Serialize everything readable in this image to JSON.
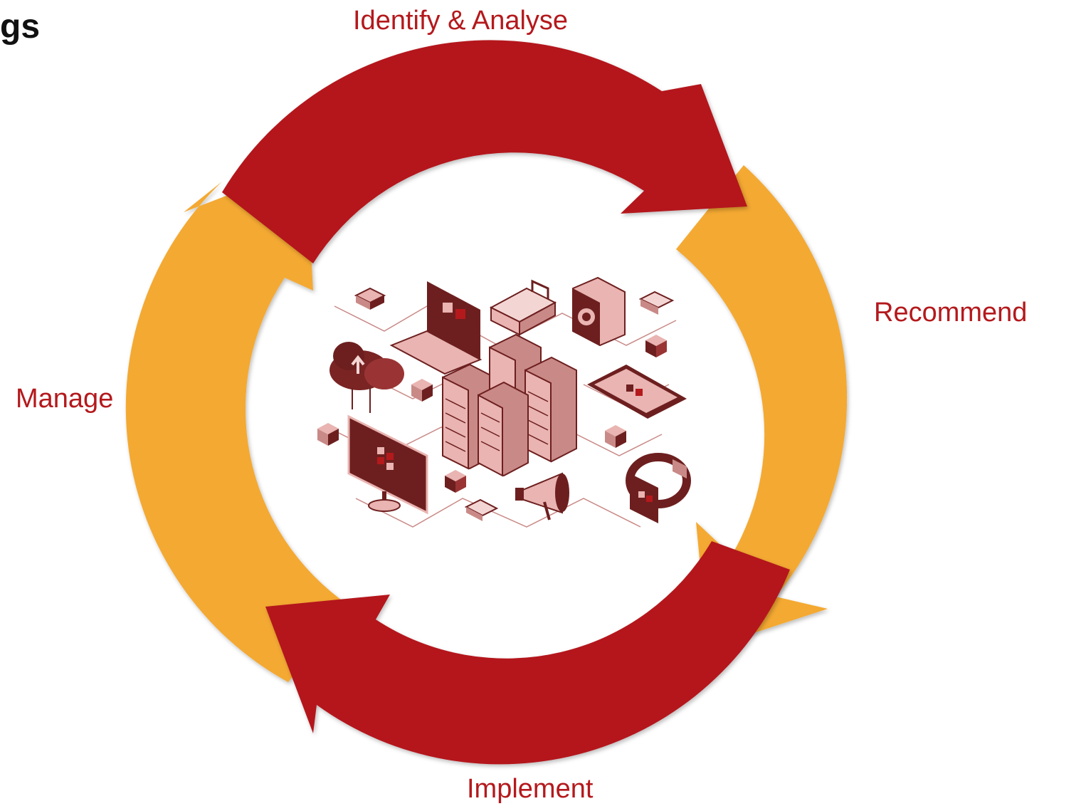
{
  "header": {
    "title_fragment": "gs"
  },
  "cycle": {
    "stages": [
      {
        "label": "Identify & Analyse"
      },
      {
        "label": "Recommend"
      },
      {
        "label": "Implement"
      },
      {
        "label": "Manage"
      }
    ]
  },
  "colors": {
    "primary_red": "#b4191c",
    "accent_orange": "#f4a933",
    "illustration_dark": "#6d1f1f",
    "illustration_light": "#e9b4b1"
  },
  "icons": [
    "cloud-upload-icon",
    "laptop-icon",
    "router-icon",
    "camera-icon",
    "server-rack-icon",
    "smartphone-icon",
    "monitor-icon",
    "megaphone-icon",
    "smartwatch-icon",
    "chip-icon"
  ]
}
